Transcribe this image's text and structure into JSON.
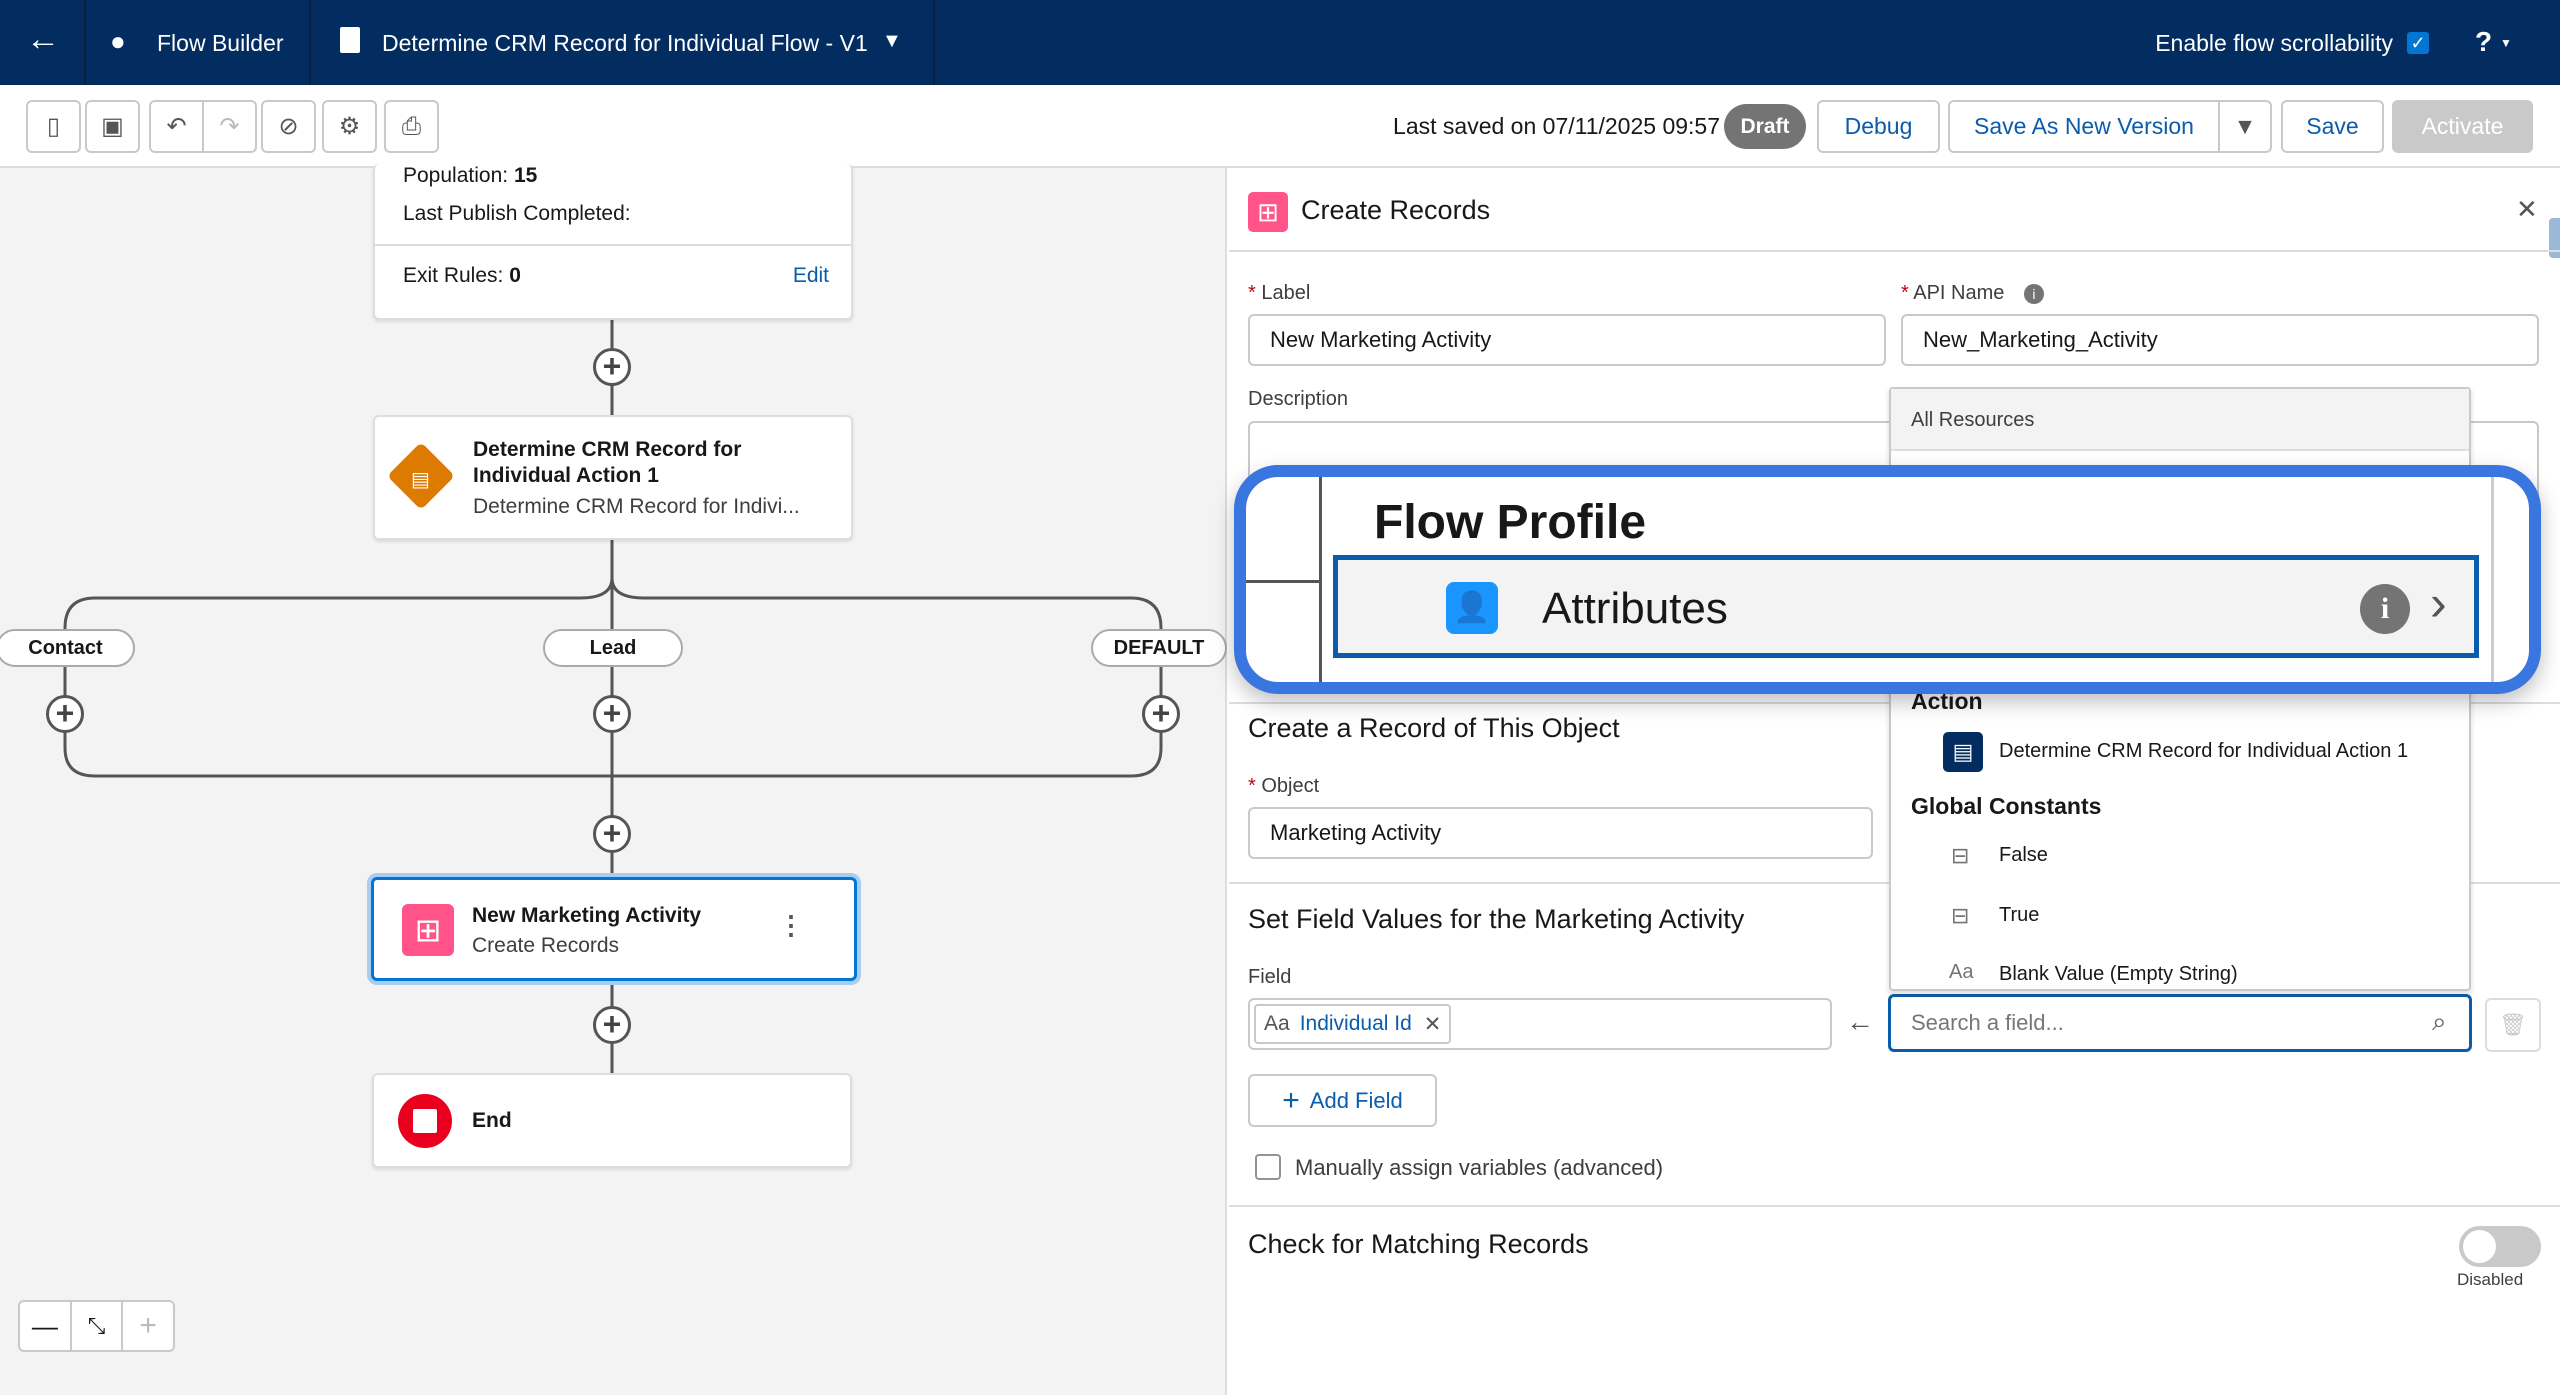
{
  "header": {
    "app_name": "Flow Builder",
    "flow_title": "Determine CRM Record for Individual Flow - V1",
    "scroll_label": "Enable flow scrollability",
    "scroll_enabled": true,
    "help": "?"
  },
  "toolbar": {
    "last_saved": "Last saved on 07/11/2025 09:57",
    "status_badge": "Draft",
    "debug": "Debug",
    "save_as_new": "Save As New Version",
    "save": "Save",
    "activate": "Activate"
  },
  "canvas": {
    "top_card": {
      "population_label": "Population:",
      "population_value": "15",
      "last_publish": "Last Publish Completed:",
      "exit_rules_label": "Exit Rules:",
      "exit_rules_value": "0",
      "edit": "Edit"
    },
    "action_node": {
      "title": "Determine CRM Record for Individual Action 1",
      "subtitle": "Determine CRM Record for Indivi..."
    },
    "branches": [
      "Contact",
      "Lead",
      "DEFAULT"
    ],
    "create_node": {
      "title": "New Marketing Activity",
      "subtitle": "Create Records"
    },
    "end_node": {
      "title": "End"
    }
  },
  "panel": {
    "title": "Create Records",
    "label_label": "Label",
    "label_value": "New Marketing Activity",
    "api_label": "API Name",
    "api_value": "New_Marketing_Activity",
    "description_label": "Description",
    "object_section": "Create a Record of This Object",
    "object_label": "Object",
    "object_value": "Marketing Activity",
    "fields_section": "Set Field Values for the Marketing Activity",
    "field_label": "Field",
    "field_pill": "Individual Id",
    "search_placeholder": "Search a field...",
    "add_field": "Add Field",
    "manual_assign": "Manually assign variables (advanced)",
    "matching_title": "Check for Matching Records",
    "toggle_state": "Disabled"
  },
  "dropdown": {
    "header": "All Resources",
    "action_heading": "Action",
    "action_item": "Determine CRM Record for Individual Action 1",
    "constants_heading": "Global Constants",
    "constants": [
      "False",
      "True",
      "Blank Value (Empty String)"
    ]
  },
  "callout": {
    "heading": "Flow Profile",
    "item": "Attributes",
    "accent": "#3a76e0"
  }
}
